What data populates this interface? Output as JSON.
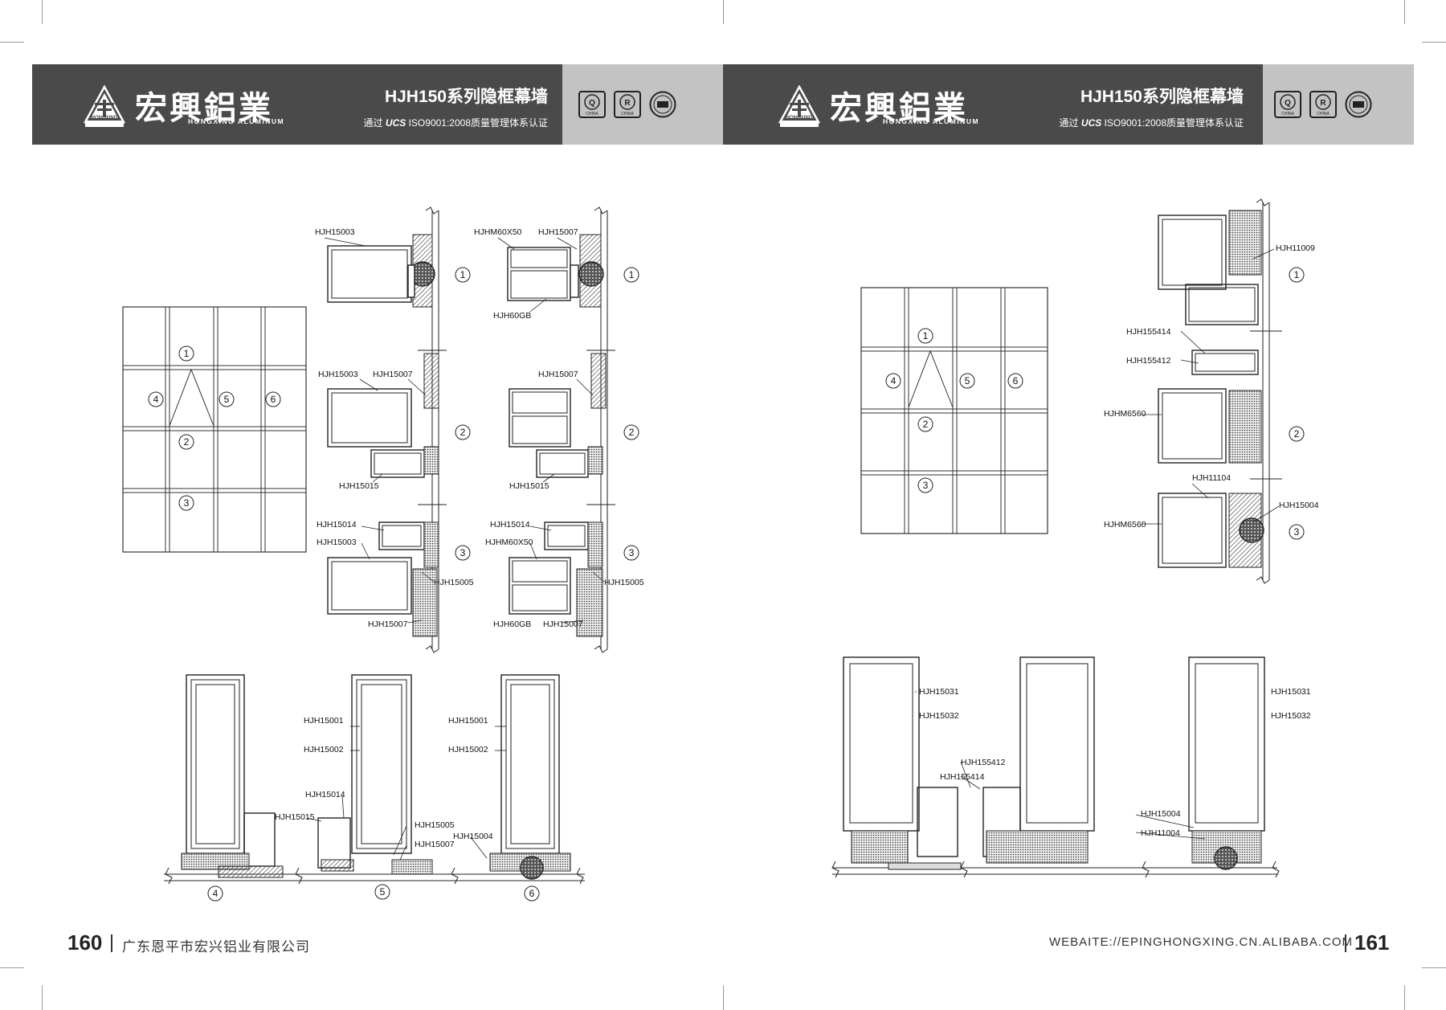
{
  "brand": {
    "name_cn": "宏興鋁業",
    "name_en": "HONGXING ALUMINUM",
    "logo_text": "HONGXING"
  },
  "header": {
    "series_title": "HJH150系列隐框幕墙",
    "cert_prefix": "通过",
    "cert_ucs": "UCS",
    "cert_suffix": "ISO9001:2008质量管理体系认证",
    "badges": [
      "Q CHINA",
      "R CHINA",
      "CHINA"
    ]
  },
  "footer": {
    "left_page": "160",
    "left_company": "广东恩平市宏兴铝业有限公司",
    "right_website": "WEBAITE://EPINGHONGXING.CN.ALIBABA.COM",
    "right_page": "161"
  },
  "callout_numbers": [
    "1",
    "2",
    "3",
    "4",
    "5",
    "6"
  ],
  "left_page": {
    "labels": [
      "HJH15003",
      "HJHM60X50",
      "HJH15007",
      "HJH60GB",
      "HJH15003",
      "HJH15007",
      "HJH15007",
      "HJH15015",
      "HJH15015",
      "HJH15014",
      "HJH15003",
      "HJH15014",
      "HJHM60X50",
      "HJH15005",
      "HJH15005",
      "HJH15007",
      "HJH60GB",
      "HJH15007",
      "HJH15001",
      "HJH15002",
      "HJH15001",
      "HJH15002",
      "HJH15014",
      "HJH15015",
      "HJH15005",
      "HJH15007",
      "HJH15004"
    ]
  },
  "right_page": {
    "labels": [
      "HJH11009",
      "HJH155414",
      "HJH155412",
      "HJHM6560",
      "HJH11104",
      "HJH15004",
      "HJHM6560",
      "HJH15031",
      "HJH15032",
      "HJH15031",
      "HJH15032",
      "HJH155412",
      "HJH155414",
      "HJH15004",
      "HJH11004"
    ]
  }
}
